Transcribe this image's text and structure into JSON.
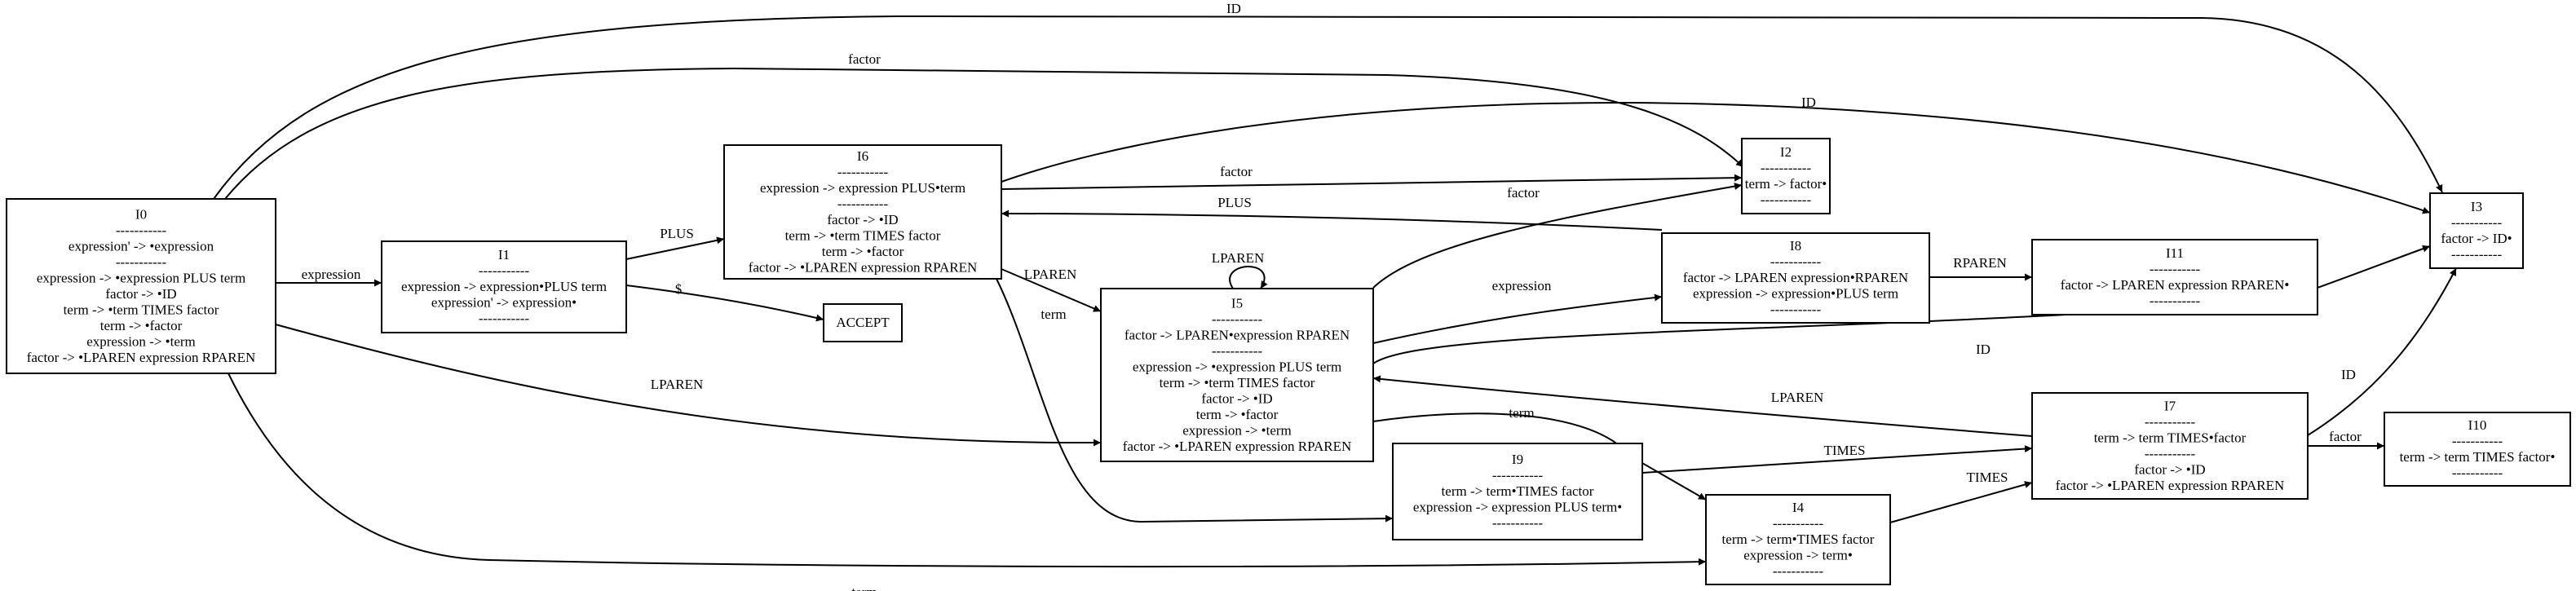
{
  "diagram": {
    "nodes": [
      {
        "id": "I0",
        "lines": [
          "I0",
          "-----------",
          "expression' -> •expression",
          "-----------",
          "expression -> •expression PLUS term",
          "factor -> •ID",
          "term -> •term TIMES factor",
          "term -> •factor",
          "expression -> •term",
          "factor -> •LPAREN expression RPAREN"
        ]
      },
      {
        "id": "I1",
        "lines": [
          "I1",
          "-----------",
          "expression -> expression•PLUS term",
          "expression' -> expression•",
          "-----------"
        ]
      },
      {
        "id": "I2",
        "lines": [
          "I2",
          "-----------",
          "term -> factor•",
          "-----------"
        ]
      },
      {
        "id": "I3",
        "lines": [
          "I3",
          "-----------",
          "factor -> ID•",
          "-----------"
        ]
      },
      {
        "id": "I4",
        "lines": [
          "I4",
          "-----------",
          "term -> term•TIMES factor",
          "expression -> term•",
          "-----------"
        ]
      },
      {
        "id": "I5",
        "lines": [
          "I5",
          "-----------",
          "factor -> LPAREN•expression RPAREN",
          "-----------",
          "expression -> •expression PLUS term",
          "term -> •term TIMES factor",
          "factor -> •ID",
          "term -> •factor",
          "expression -> •term",
          "factor -> •LPAREN expression RPAREN"
        ]
      },
      {
        "id": "I6",
        "lines": [
          "I6",
          "-----------",
          "expression -> expression PLUS•term",
          "-----------",
          "factor -> •ID",
          "term -> •term TIMES factor",
          "term -> •factor",
          "factor -> •LPAREN expression RPAREN"
        ]
      },
      {
        "id": "I7",
        "lines": [
          "I7",
          "-----------",
          "term -> term TIMES•factor",
          "-----------",
          "factor -> •ID",
          "factor -> •LPAREN expression RPAREN"
        ]
      },
      {
        "id": "I8",
        "lines": [
          "I8",
          "-----------",
          "factor -> LPAREN expression•RPAREN",
          "expression -> expression•PLUS term",
          "-----------"
        ]
      },
      {
        "id": "I9",
        "lines": [
          "I9",
          "-----------",
          "term -> term•TIMES factor",
          "expression -> expression PLUS term•",
          "-----------"
        ]
      },
      {
        "id": "I10",
        "lines": [
          "I10",
          "-----------",
          "term -> term TIMES factor•",
          "-----------"
        ]
      },
      {
        "id": "I11",
        "lines": [
          "I11",
          "-----------",
          "factor -> LPAREN expression RPAREN•",
          "-----------"
        ]
      },
      {
        "id": "ACCEPT",
        "lines": [
          "ACCEPT"
        ]
      }
    ],
    "edges": [
      {
        "from": "I0",
        "to": "I3",
        "label": "ID"
      },
      {
        "from": "I0",
        "to": "I2",
        "label": "factor"
      },
      {
        "from": "I0",
        "to": "I1",
        "label": "expression"
      },
      {
        "from": "I0",
        "to": "I5",
        "label": "LPAREN"
      },
      {
        "from": "I0",
        "to": "I4",
        "label": "term"
      },
      {
        "from": "I1",
        "to": "I6",
        "label": "PLUS"
      },
      {
        "from": "I1",
        "to": "ACCEPT",
        "label": "$"
      },
      {
        "from": "I6",
        "to": "I3",
        "label": "ID"
      },
      {
        "from": "I6",
        "to": "I2",
        "label": "factor"
      },
      {
        "from": "I6",
        "to": "I5",
        "label": "LPAREN"
      },
      {
        "from": "I6",
        "to": "I9",
        "label": "term"
      },
      {
        "from": "I5",
        "to": "I5",
        "label": "LPAREN"
      },
      {
        "from": "I5",
        "to": "I2",
        "label": "factor"
      },
      {
        "from": "I5",
        "to": "I8",
        "label": "expression"
      },
      {
        "from": "I5",
        "to": "I3",
        "label": "ID"
      },
      {
        "from": "I5",
        "to": "I4",
        "label": "term"
      },
      {
        "from": "I8",
        "to": "I6",
        "label": "PLUS"
      },
      {
        "from": "I8",
        "to": "I11",
        "label": "RPAREN"
      },
      {
        "from": "I7",
        "to": "I5",
        "label": "LPAREN"
      },
      {
        "from": "I7",
        "to": "I3",
        "label": "ID"
      },
      {
        "from": "I7",
        "to": "I10",
        "label": "factor"
      },
      {
        "from": "I9",
        "to": "I7",
        "label": "TIMES"
      },
      {
        "from": "I4",
        "to": "I7",
        "label": "TIMES"
      }
    ]
  }
}
